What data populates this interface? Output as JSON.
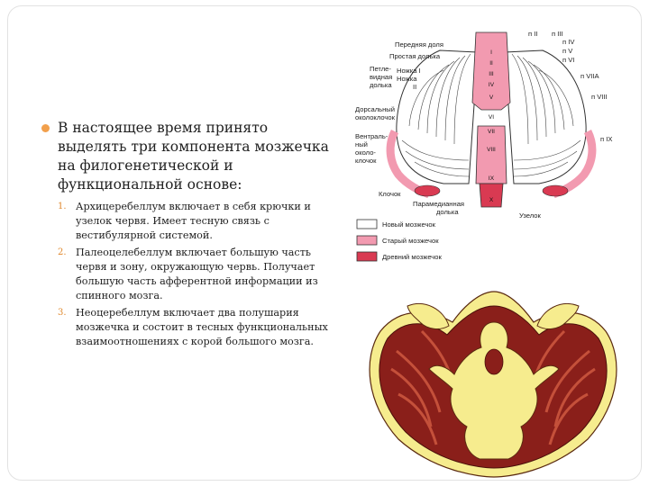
{
  "main_bullet": "В настоящее время принято выделять три компонента мозжечка на филогенетической и функциональной основе:",
  "list": [
    {
      "num": "1.",
      "text": "Архицеребеллум включает в себя крючки и узелок червя. Имеет тесную связь с вестибулярной системой."
    },
    {
      "num": "2.",
      "text": "Палеоцелебеллум включает большую часть червя и зону, окружающую червь. Получает  большую часть афферентной информации из спинного мозга."
    },
    {
      "num": "3.",
      "text": "Неоцеребеллум включает два полушария мозжечка и состоит в тесных функциональных взаимоотношениях с корой большого мозга."
    }
  ],
  "diagram": {
    "left_labels": {
      "anterior_lobe": "Передняя доля",
      "simple_lobule": "Простая долька",
      "loop_lobule_line1": "Петле-",
      "loop_lobule_line2": "видная",
      "loop_lobule_line3": "долька",
      "leg_1": "Ножка I",
      "leg_2": "Ножка",
      "leg_2b": "II",
      "dorsal_flocculus_line1": "Дорсальный",
      "dorsal_flocculus_line2": "околоклочок",
      "ventral_flocculus_line1": "Вентраль-",
      "ventral_flocculus_line2": "ный",
      "ventral_flocculus_line3": "около-",
      "ventral_flocculus_line4": "клочок",
      "flocculus": "Клочок",
      "paramedian_line1": "Парамедианная",
      "paramedian_line2": "долька",
      "nodulus": "Узелок"
    },
    "right_labels": {
      "n_ii": "п II",
      "n_iii": "п III",
      "n_iv": "п IV",
      "n_v": "п V",
      "n_vi": "п VI",
      "n_viia": "п VIIA",
      "n_viii": "п VIII",
      "n_ix": "п IX"
    },
    "vermis_labels": [
      "I",
      "II",
      "III",
      "IV",
      "V",
      "VI",
      "VII",
      "VIII",
      "IX",
      "X"
    ],
    "legend": [
      {
        "label": "Новый мозжечок",
        "color": "#ffffff"
      },
      {
        "label": "Старый мозжечок",
        "color": "#f29ab0"
      },
      {
        "label": "Древний мозжечок",
        "color": "#d93a52"
      }
    ]
  },
  "colors": {
    "accent": "#f2a04c",
    "old_cerebellum": "#f29ab0",
    "ancient_cerebellum": "#d93a52",
    "section_dark": "#8a1f1a",
    "section_yellow": "#f6ec8e"
  }
}
